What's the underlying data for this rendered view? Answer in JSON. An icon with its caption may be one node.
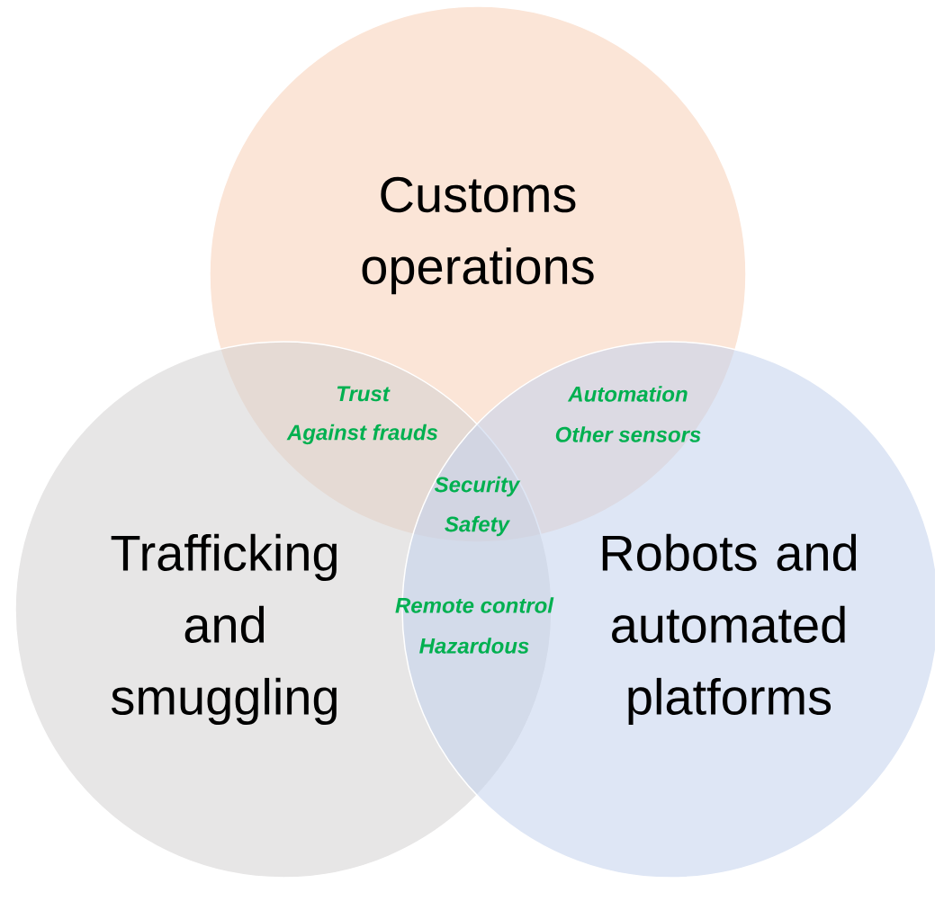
{
  "diagram": {
    "nodes": [
      {
        "text": [
          "Customs operations"
        ]
      },
      {
        "text": [
          "Trafficking and smuggling"
        ]
      },
      {
        "text": [
          "Robots and automated platforms"
        ]
      }
    ],
    "labels": [
      "Trust",
      "Automation",
      "Against frauds",
      "Other sensors",
      "Security",
      "Safety",
      "Remote control",
      "Hazardous"
    ]
  }
}
